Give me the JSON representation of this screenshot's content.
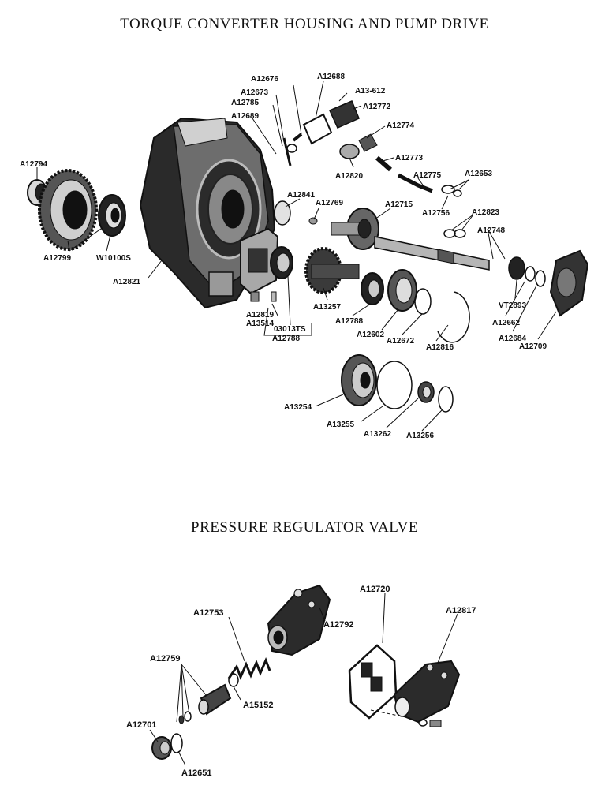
{
  "titles": {
    "top": "TORQUE CONVERTER HOUSING AND PUMP DRIVE",
    "bottom": "PRESSURE REGULATOR VALVE"
  },
  "top_labels": {
    "a12676": "A12676",
    "a12688": "A12688",
    "a13_612": "A13-612",
    "a12673": "A12673",
    "a12785": "A12785",
    "a12772": "A12772",
    "a12689": "A12689",
    "a12774": "A12774",
    "a12794": "A12794",
    "a12773": "A12773",
    "a12820": "A12820",
    "a12775": "A12775",
    "a12653": "A12653",
    "a12841": "A12841",
    "a12769": "A12769",
    "a12715": "A12715",
    "a12756": "A12756",
    "a12823": "A12823",
    "a12748": "A12748",
    "a12799": "A12799",
    "w10100s": "W10100S",
    "a12821": "A12821",
    "a13257": "A13257",
    "vt2893": "VT2893",
    "a12819": "A12819",
    "a13514": "A13514",
    "n03013ts": "03013TS",
    "a12788a": "A12788",
    "a12788b": "A12788",
    "a12662": "A12662",
    "a12602": "A12602",
    "a12672": "A12672",
    "a12684": "A12684",
    "a12816": "A12816",
    "a12709": "A12709",
    "a13254": "A13254",
    "a13255": "A13255",
    "a13262": "A13262",
    "a13256": "A13256"
  },
  "bottom_labels": {
    "a12720": "A12720",
    "a12817": "A12817",
    "a12753": "A12753",
    "a12792": "A12792",
    "a12759": "A12759",
    "a15152": "A15152",
    "a12701": "A12701",
    "a12651": "A12651"
  }
}
